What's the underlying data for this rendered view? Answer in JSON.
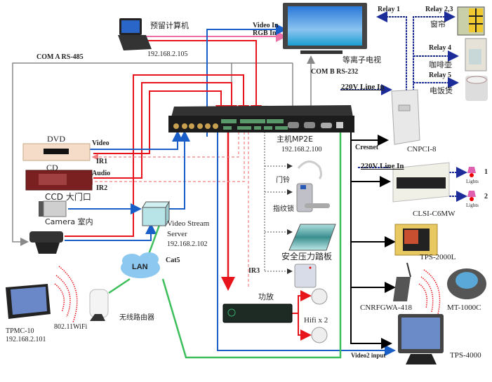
{
  "diagram": {
    "title": "Crestron MP2E home automation system diagram",
    "colors": {
      "video": "#1a5fc8",
      "audio": "#e8141c",
      "rgb": "#ee6ea8",
      "ir": "#f08080",
      "serial": "#888888",
      "cresnet": "#000000",
      "lan": "#3cbf5a",
      "relay": "#1c2d9a",
      "wifi": "#e8141c"
    },
    "labels": {
      "laptop": "预留计算机",
      "laptop_ip": "192.168.2.105",
      "com_a": "COM A  RS-485",
      "video_in": "Video In",
      "rgb_in": "RGB In",
      "plasma_tv": "等离子电视",
      "com_b": "COM B RS-232",
      "relay1": "Relay 1",
      "relay23": "Relay 2,3",
      "curtain": "窗帘",
      "relay4": "Relay 4",
      "coffee": "咖啡壶",
      "relay5": "Relay 5",
      "rice_cooker": "电饭煲",
      "line_in_1": "220V Line In",
      "cnpci": "CNPCI-8",
      "cresnet": "Cresnet",
      "line_in_2": "220V Line In",
      "lights1_num": "1",
      "lights2_num": "2",
      "lights": "Lights",
      "clsi": "CLSI-C6MW",
      "tps2000l": "TPS-2000L",
      "cnrfgwa": "CNRFGWA-418",
      "mt1000c": "MT-1000C",
      "tps4000": "TPS-4000",
      "video2_input": "Video2 input",
      "dvd": "DVD",
      "video": "Video",
      "ir1": "IR1",
      "cd": "CD",
      "audio": "Audio",
      "ir2": "IR2",
      "ccd": "CCD 大门口",
      "camera": "Camera 室内",
      "vss_1": "Video Stream",
      "vss_2": "Server",
      "vss_ip": "192.168.2.102",
      "host": "主机MP2E",
      "host_ip": "192.168.2.100",
      "doorbell": "门铃",
      "fingerprint_lock": "指纹锁",
      "pressure_pad": "安全压力踏板",
      "ir3": "IR3",
      "amplifier": "功放",
      "hifi": "Hifi  x 2",
      "lan": "LAN",
      "cat5": "Cat5",
      "router": "无线路由器",
      "wifi": "802.11WiFi",
      "tpmc": "TPMC-10",
      "tpmc_ip": "192.168.2.101"
    }
  }
}
